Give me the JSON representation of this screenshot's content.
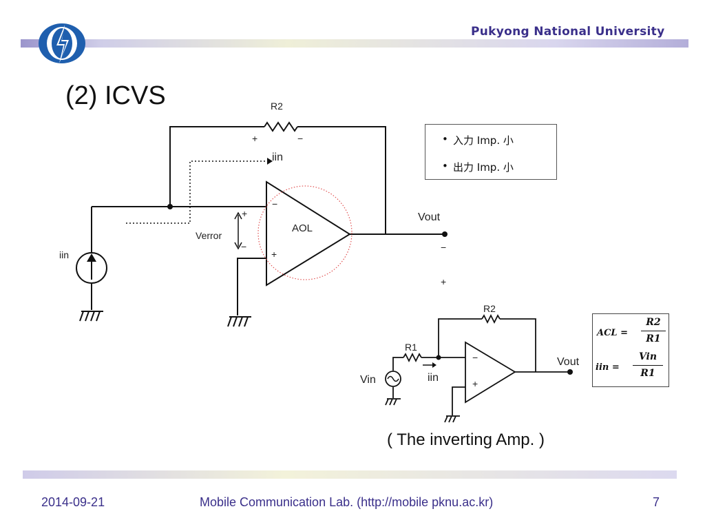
{
  "header": {
    "university": "Pukyong National University"
  },
  "slide": {
    "title": "(2) ICVS"
  },
  "circuit1": {
    "r2": "R2",
    "r2_plus": "+",
    "r2_minus": "−",
    "i_in_top": "iin",
    "i_in_source": "iin",
    "v_error": "Verror",
    "v_error_plus": "+",
    "v_error_minus": "−",
    "aol": "AOL",
    "opamp_minus": "−",
    "opamp_plus": "+",
    "vout": "Vout",
    "vout_minus": "−",
    "vout_plus": "+"
  },
  "notes": {
    "items": [
      {
        "bullet": "•",
        "text": "入力 Imp.  小"
      },
      {
        "bullet": "•",
        "text": "出力 Imp.  小"
      }
    ]
  },
  "circuit2": {
    "r2": "R2",
    "r1": "R1",
    "vin": "Vin",
    "i_in": "iin",
    "opamp_minus": "−",
    "opamp_plus": "+",
    "vout": "Vout",
    "caption": "( The inverting Amp. )"
  },
  "formulas": {
    "acl_lhs": "ACL =",
    "acl_num": "R2",
    "acl_den": "R1",
    "iin_lhs": "iin =",
    "iin_num": "Vin",
    "iin_den": "R1"
  },
  "footer": {
    "date": "2014-09-21",
    "lab": "Mobile Communication Lab. (http://mobile pknu.ac.kr)",
    "page": "7"
  },
  "colors": {
    "brand": "#3a2f8a",
    "logo_blue": "#1f5fae",
    "dotted_circle": "#e05050"
  }
}
